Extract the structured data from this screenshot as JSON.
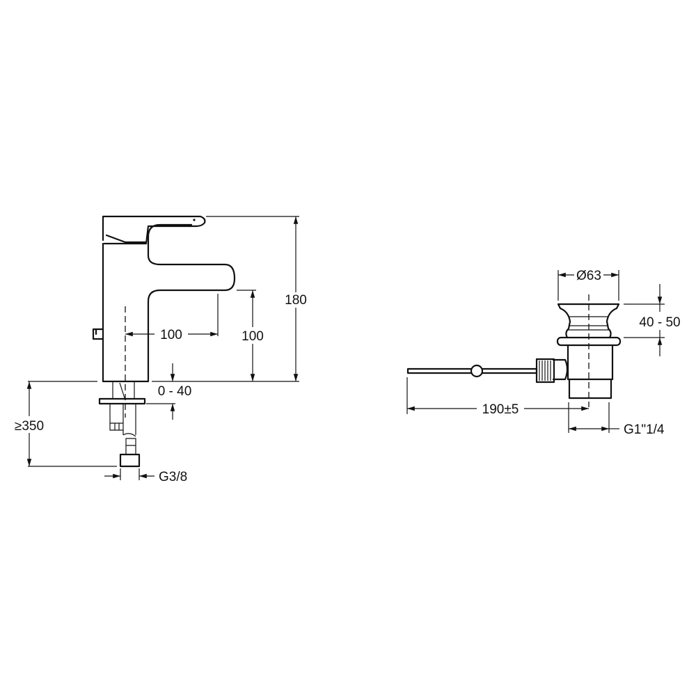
{
  "drawing": {
    "faucet": {
      "dim_total_height": "180",
      "dim_spout_height": "100",
      "dim_spout_reach": "100",
      "dim_deck_thickness": "0 - 40",
      "dim_hose_length": "≥350",
      "dim_connection": "G3/8"
    },
    "waste": {
      "dim_flange_diameter": "Ø63",
      "dim_height_range": "40 - 50",
      "dim_rod_length": "190±5",
      "dim_thread": "G1\"1/4"
    },
    "colors": {
      "line": "#111111",
      "background": "#ffffff"
    }
  }
}
